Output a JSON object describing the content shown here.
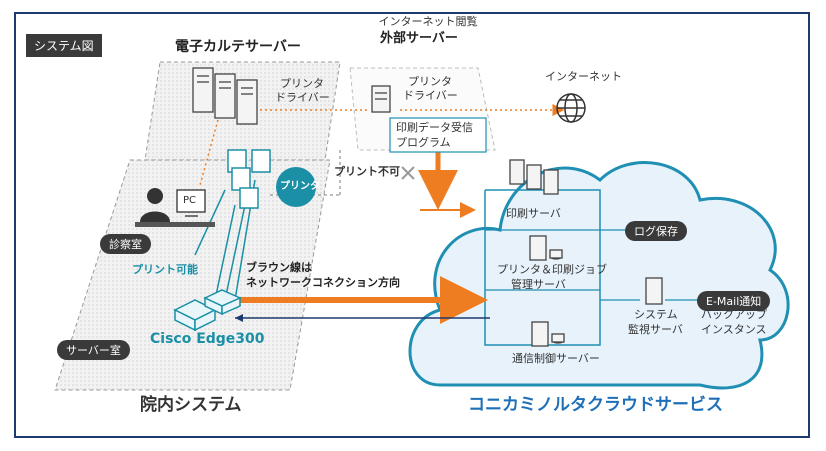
{
  "title_tag": "システム図",
  "servers": {
    "ehr_server": "電子カルテサーバー",
    "external_server_line1": "インターネット閲覧",
    "external_server_line2": "外部サーバー",
    "printer_driver_1a": "プリンタ",
    "printer_driver_1b": "ドライバー",
    "printer_driver_2a": "プリンタ",
    "printer_driver_2b": "ドライバー",
    "print_data_receiver_a": "印刷データ受信",
    "print_data_receiver_b": "プログラム",
    "internet": "インターネット"
  },
  "hospital": {
    "printer_circle": "プリンタ",
    "print_not_allowed": "プリント不可",
    "pc": "PC",
    "exam_room": "診察室",
    "print_allowed": "プリント可能",
    "brown_line_note_a": "ブラウン線は",
    "brown_line_note_b": "ネットワークコネクション方向",
    "edge_device": "Cisco Edge300",
    "server_room": "サーバー室",
    "system_label": "院内システム"
  },
  "cloud": {
    "print_server": "印刷サーバ",
    "log_storage": "ログ保存",
    "printer_job_a": "プリンタ＆印刷ジョブ",
    "printer_job_b": "管理サーバ",
    "system_monitor_a": "システム",
    "system_monitor_b": "監視サーバ",
    "email_notify": "E-Mail通知",
    "backup_a": "バックアップ",
    "backup_b": "インスタンス",
    "comm_control": "通信制御サーバー",
    "service_label": "コニカミノルタクラウドサービス"
  },
  "colors": {
    "frame": "#1f3a6e",
    "teal": "#1a8fa6",
    "orange": "#ee7d21",
    "cloud_fill": "#e7f2fa",
    "cloud_stroke": "#1f8fb3",
    "service_blue": "#1e6fb8",
    "dark": "#3a3a3a"
  }
}
